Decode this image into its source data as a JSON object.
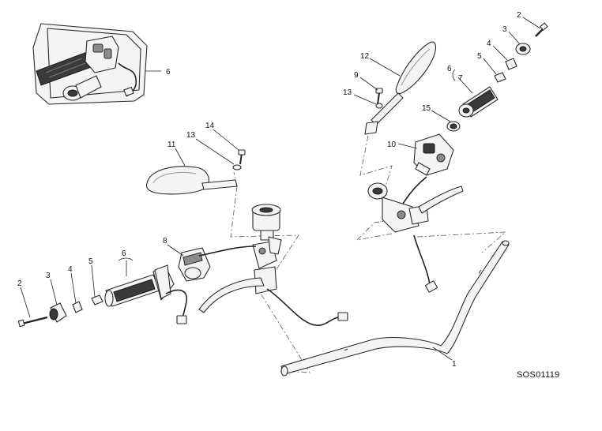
{
  "drawing_code": "SOS01119",
  "callouts": {
    "c1": "1",
    "c2_left": "2",
    "c2_right": "2",
    "c3_left": "3",
    "c3_right": "3",
    "c4_left": "4",
    "c4_right": "4",
    "c5_left": "5",
    "c5_right": "5",
    "c6_inset": "6",
    "c6_left": "6",
    "c6_right": "6",
    "c7": "7",
    "c8": "8",
    "c9": "9",
    "c10": "10",
    "c11": "11",
    "c12": "12",
    "c13_left": "13",
    "c13_right": "13",
    "c14": "14",
    "c15": "15"
  }
}
